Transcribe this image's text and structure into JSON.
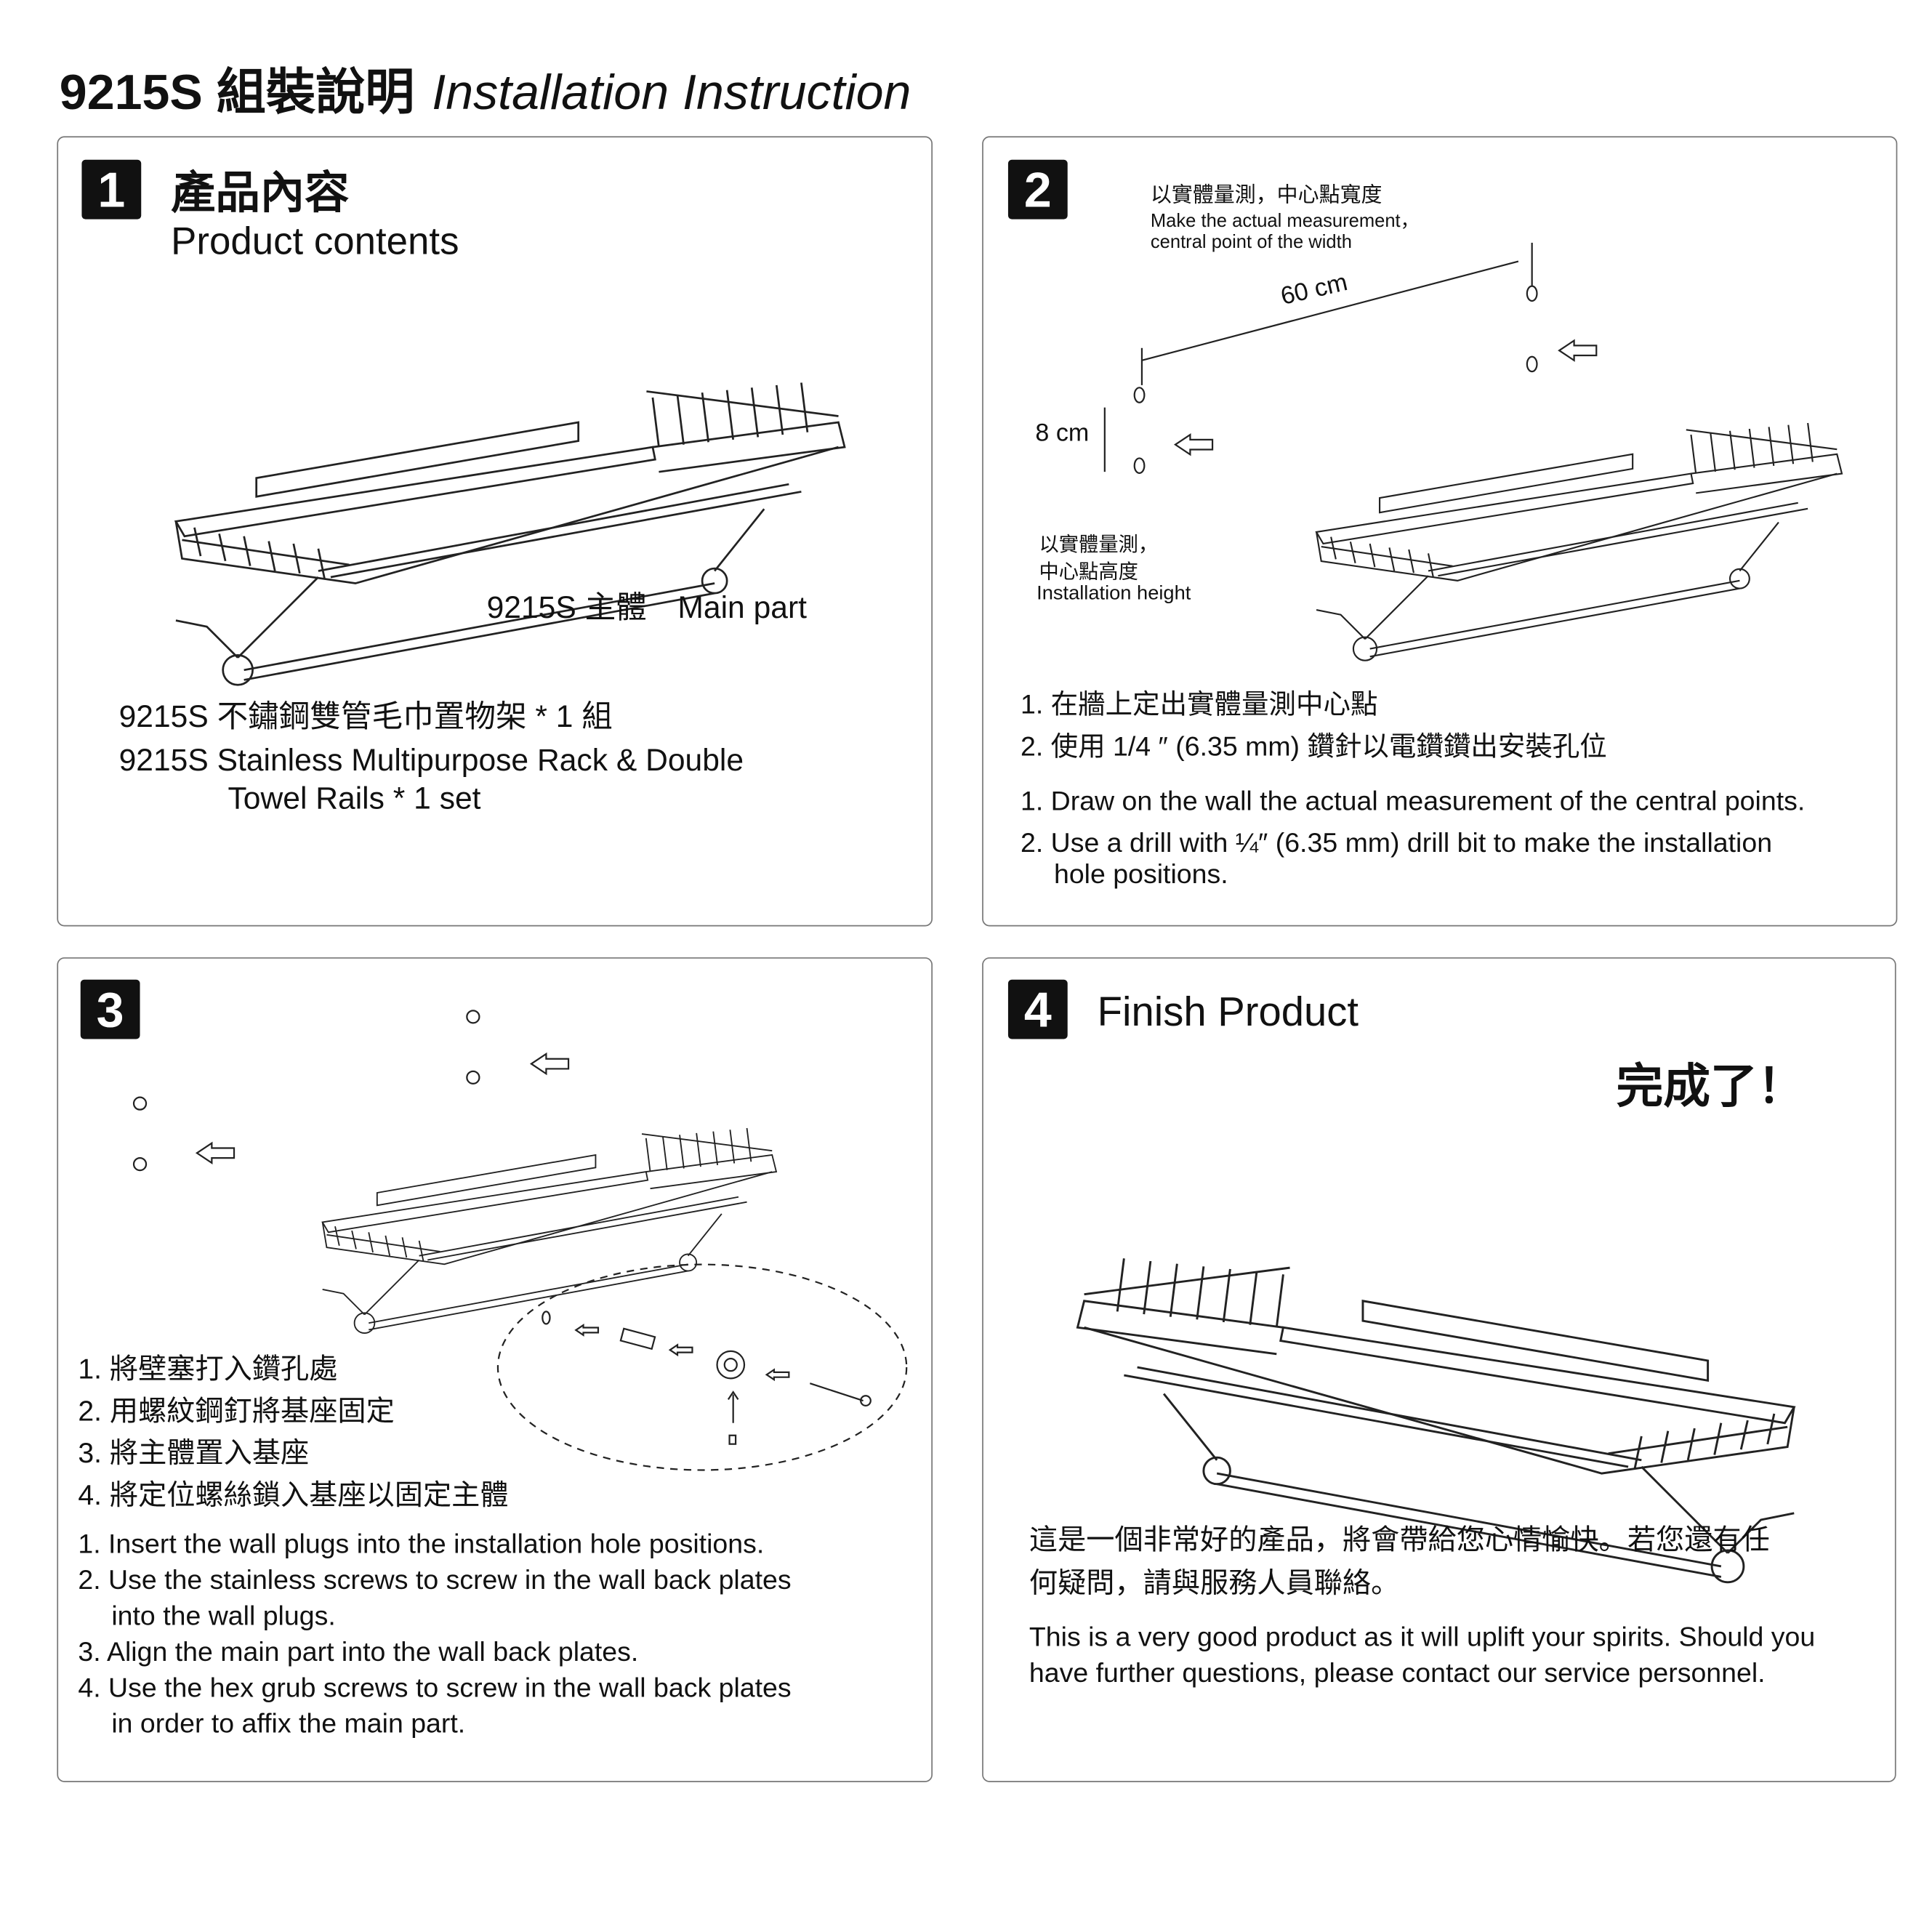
{
  "header": {
    "title_cn": "9215S 組裝說明",
    "title_en": "Installation Instruction"
  },
  "step1": {
    "number": "1",
    "heading_cn": "產品內容",
    "heading_en": "Product contents",
    "part_label": "9215S 主體　Main part",
    "desc_cn": "9215S 不鏽鋼雙管毛巾置物架 * 1 組",
    "desc_en_1": "9215S  Stainless Multipurpose Rack & Double",
    "desc_en_2": "Towel Rails * 1 set"
  },
  "step2": {
    "number": "2",
    "width_cn": "以實體量測，中心點寬度",
    "width_en_1": "Make the actual measurement，",
    "width_en_2": "central point of the width",
    "dim_width": "60 cm",
    "dim_height": "8 cm",
    "height_cn_1": "以實體量測，",
    "height_cn_2": "中心點高度",
    "height_en": "Installation height",
    "cn_1": "1. 在牆上定出實體量測中心點",
    "cn_2": "2. 使用 1/4 ″ (6.35 mm) 鑽針以電鑽鑽出安裝孔位",
    "en_1": "1. Draw on the wall the actual measurement of the central points.",
    "en_2a": "2. Use a drill with ¼″ (6.35 mm) drill bit to make the installation",
    "en_2b": "hole positions."
  },
  "step3": {
    "number": "3",
    "cn": [
      "1. 將壁塞打入鑽孔處",
      "2. 用螺紋鋼釘將基座固定",
      "3. 將主體置入基座",
      "4. 將定位螺絲鎖入基座以固定主體"
    ],
    "en": [
      "1. Insert the wall plugs into the installation hole positions.",
      "2. Use the stainless screws to screw in the wall back plates",
      "into the  wall plugs.",
      "3. Align the main part into the wall back plates.",
      "4. Use the hex grub screws to screw in the wall back plates",
      "in order  to affix the main part."
    ]
  },
  "step4": {
    "number": "4",
    "heading": "Finish Product",
    "done": "完成了！",
    "cn_1": "這是一個非常好的產品，將會帶給您心情愉快。若您還有任",
    "cn_2": "何疑問，請與服務人員聯絡。",
    "en_1": "This is a very good product as it will uplift your spirits. Should you",
    "en_2": "have further questions, please contact our service personnel."
  }
}
